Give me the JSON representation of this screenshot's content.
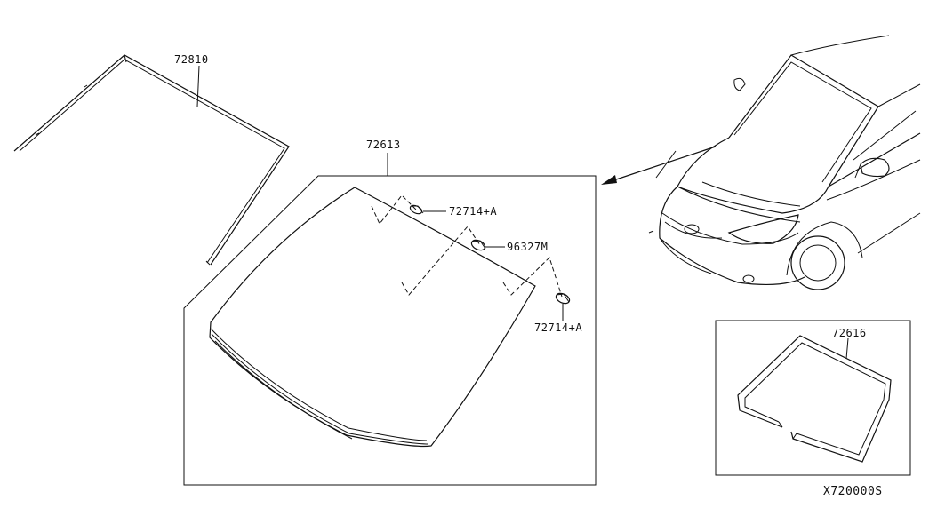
{
  "diagram": {
    "parts": {
      "molding_upper": "72810",
      "windshield_glass": "72613",
      "clip_upper": "72714+A",
      "bracket": "96327M",
      "clip_lower": "72714+A",
      "dam_rubber": "72616"
    },
    "diagram_code": "X720000S",
    "colors": {
      "line": "#111111",
      "background": "#ffffff"
    }
  }
}
